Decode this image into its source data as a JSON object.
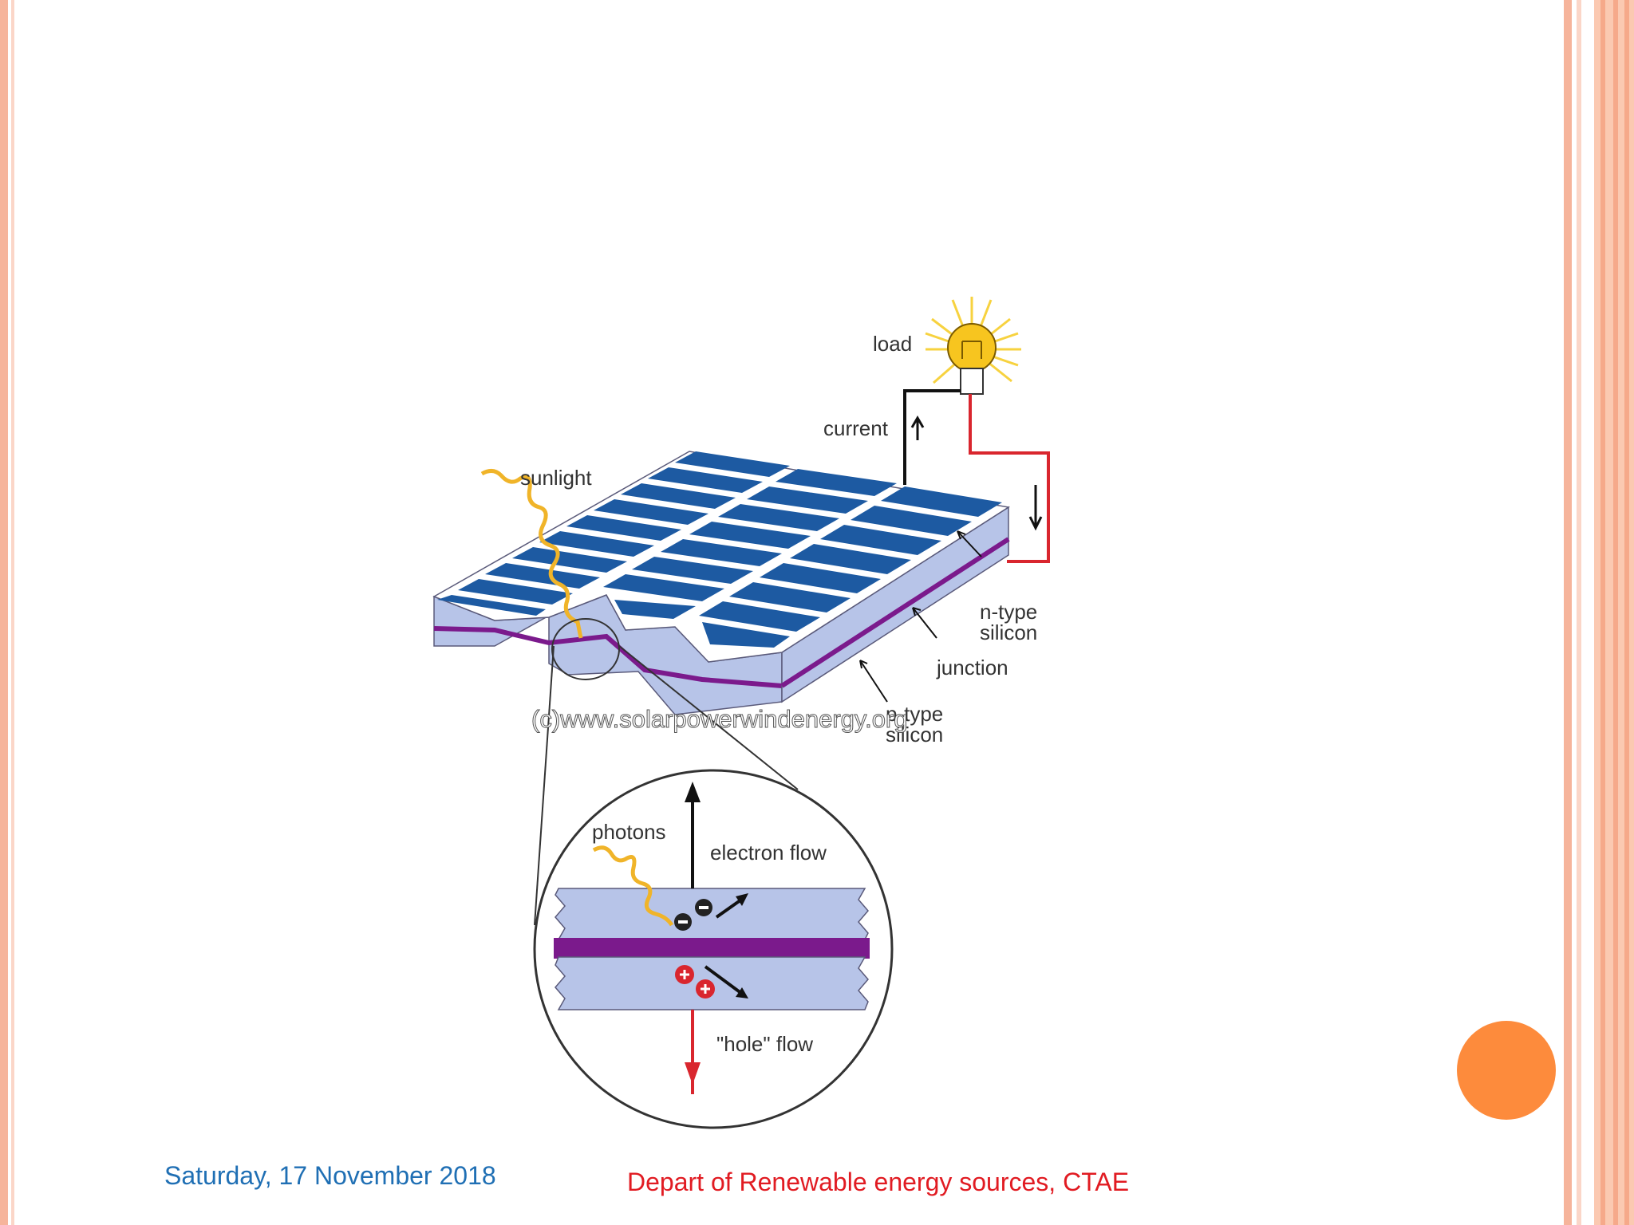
{
  "diagram": {
    "labels": {
      "load": "load",
      "current": "current",
      "sunlight": "sunlight",
      "n_type": [
        "n-type",
        "silicon"
      ],
      "junction": "junction",
      "p_type": [
        "p-type",
        "silicon"
      ],
      "watermark": "(c)www.solarpowerwindenergy.org",
      "photons": "photons",
      "electron_flow": "electron flow",
      "hole_flow": "\"hole\" flow"
    }
  },
  "footer": {
    "date": "Saturday, 17 November 2018",
    "department": "Depart of Renewable energy sources, CTAE"
  },
  "colors": {
    "border": "#f6b49b",
    "accent_dot": "#fd8b3c",
    "date_text": "#1f6fb4",
    "dept_text": "#e11b22",
    "panel_blue": "#1d5aa2",
    "silicon": "#b7c4e8",
    "junction": "#7b1a8c"
  }
}
